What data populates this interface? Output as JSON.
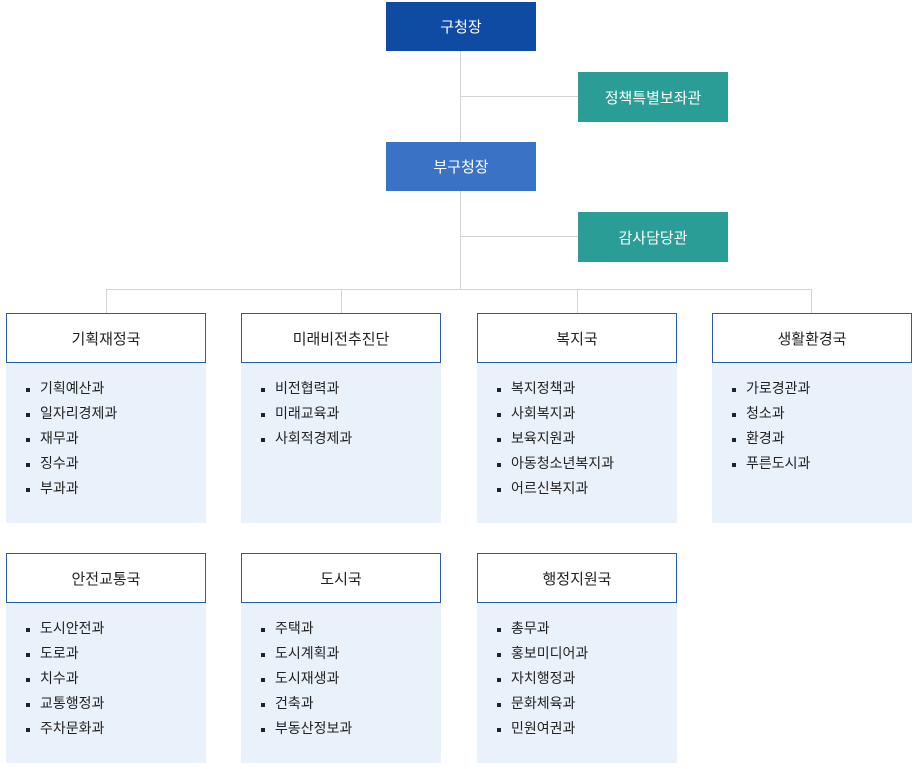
{
  "mayor": "구청장",
  "policy_advisor": "정책특별보좌관",
  "deputy_mayor": "부구청장",
  "audit_officer": "감사담당관",
  "bureaus": [
    {
      "name": "기획재정국",
      "departments": [
        "기획예산과",
        "일자리경제과",
        "재무과",
        "징수과",
        "부과과"
      ]
    },
    {
      "name": "미래비전추진단",
      "departments": [
        "비전협력과",
        "미래교육과",
        "사회적경제과"
      ]
    },
    {
      "name": "복지국",
      "departments": [
        "복지정책과",
        "사회복지과",
        "보육지원과",
        "아동청소년복지과",
        "어르신복지과"
      ]
    },
    {
      "name": "생활환경국",
      "departments": [
        "가로경관과",
        "청소과",
        "환경과",
        "푸른도시과"
      ]
    },
    {
      "name": "안전교통국",
      "departments": [
        "도시안전과",
        "도로과",
        "치수과",
        "교통행정과",
        "주차문화과"
      ]
    },
    {
      "name": "도시국",
      "departments": [
        "주택과",
        "도시계획과",
        "도시재생과",
        "건축과",
        "부동산정보과"
      ]
    },
    {
      "name": "행정지원국",
      "departments": [
        "총무과",
        "홍보미디어과",
        "자치행정과",
        "문화체육과",
        "민원여권과"
      ]
    }
  ],
  "colors": {
    "mayor": "#0f4aa3",
    "deputy": "#3a72c6",
    "staff": "#2a9d97",
    "bureau_border": "#2a5ba8",
    "bureau_body": "#e9f1fb",
    "connector": "#d4d4d4"
  }
}
